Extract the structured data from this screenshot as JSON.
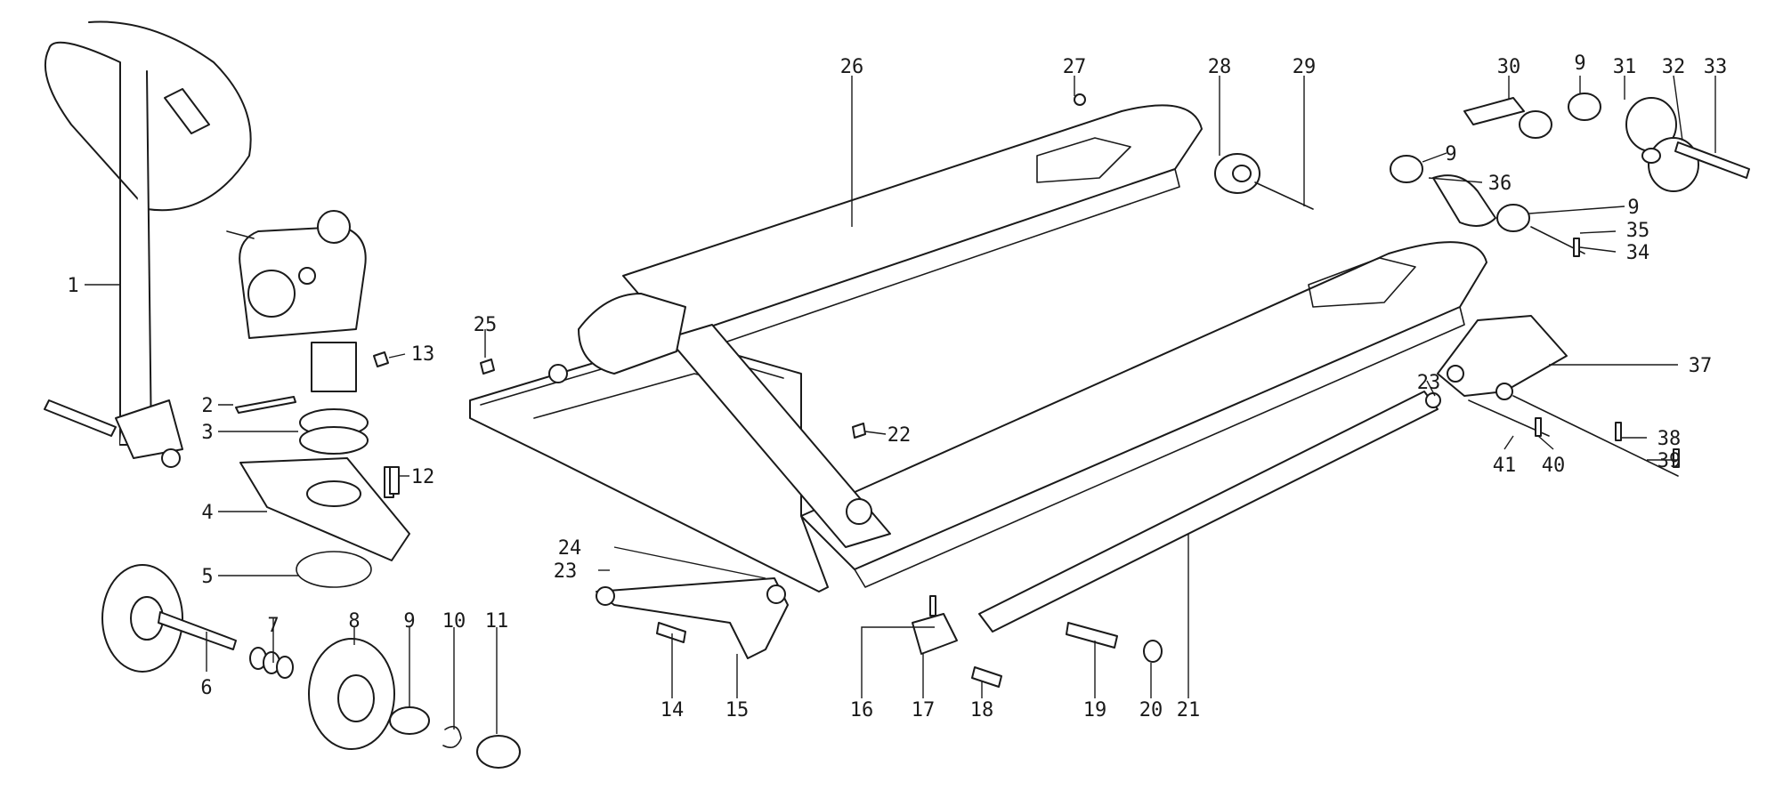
{
  "diagram": {
    "line_color": "#1a1a1a",
    "background": "#ffffff",
    "callouts": [
      "1",
      "2",
      "3",
      "4",
      "5",
      "6",
      "7",
      "8",
      "9",
      "9",
      "9",
      "9",
      "10",
      "11",
      "12",
      "13",
      "14",
      "15",
      "16",
      "17",
      "18",
      "19",
      "20",
      "21",
      "22",
      "23",
      "23",
      "24",
      "25",
      "26",
      "27",
      "28",
      "29",
      "30",
      "31",
      "32",
      "33",
      "34",
      "35",
      "36",
      "37",
      "38",
      "39",
      "40",
      "41"
    ]
  }
}
